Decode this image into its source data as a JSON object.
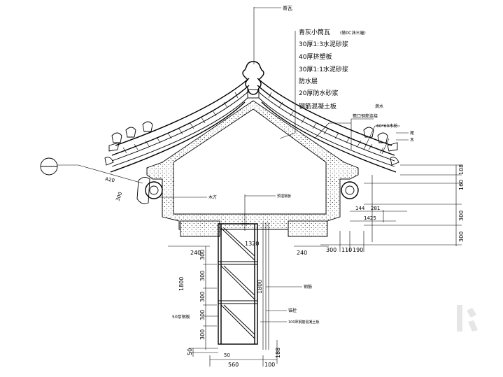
{
  "top_label": "脊瓦",
  "layers": [
    {
      "text": "青灰小筒瓦",
      "note": "(做0C油三遍)"
    },
    {
      "text": "30厚1:3水泥砂浆",
      "note": ""
    },
    {
      "text": "40厚挤塑板",
      "note": ""
    },
    {
      "text": "30厚1:1水泥砂浆",
      "note": ""
    },
    {
      "text": "防水层",
      "note": ""
    },
    {
      "text": "20厚防水砂浆",
      "note": ""
    },
    {
      "text": "钢筋混凝土板",
      "note": ""
    }
  ],
  "right_labels": {
    "drip_tile": "滴水",
    "gutter": "檐口钢筋连接",
    "timber": "60*60木枋",
    "tail": "尾",
    "wood": "木"
  },
  "inner_labels": {
    "square_wood": "木方",
    "embed": "预埋钢板",
    "rebar": "钢筋",
    "anchor": "锚栓",
    "weld_note": "100厚钢筋混凝土板",
    "wall_thick": "50厚钢板"
  },
  "detail_callout": "A20",
  "detail_callout2": "300",
  "dims_right": [
    "108",
    "160",
    "300",
    "300"
  ],
  "dims_eave": [
    "144",
    "281",
    "1425"
  ],
  "dims_under": [
    "300",
    "110",
    "190"
  ],
  "dims_mid": [
    "1320",
    "240",
    "240"
  ],
  "dims_left": [
    "300",
    "300",
    "300",
    "300",
    "1800",
    "300"
  ],
  "dims_col": [
    "1800"
  ],
  "dims_bottom": [
    "50",
    "560",
    "100",
    "50",
    "188"
  ]
}
